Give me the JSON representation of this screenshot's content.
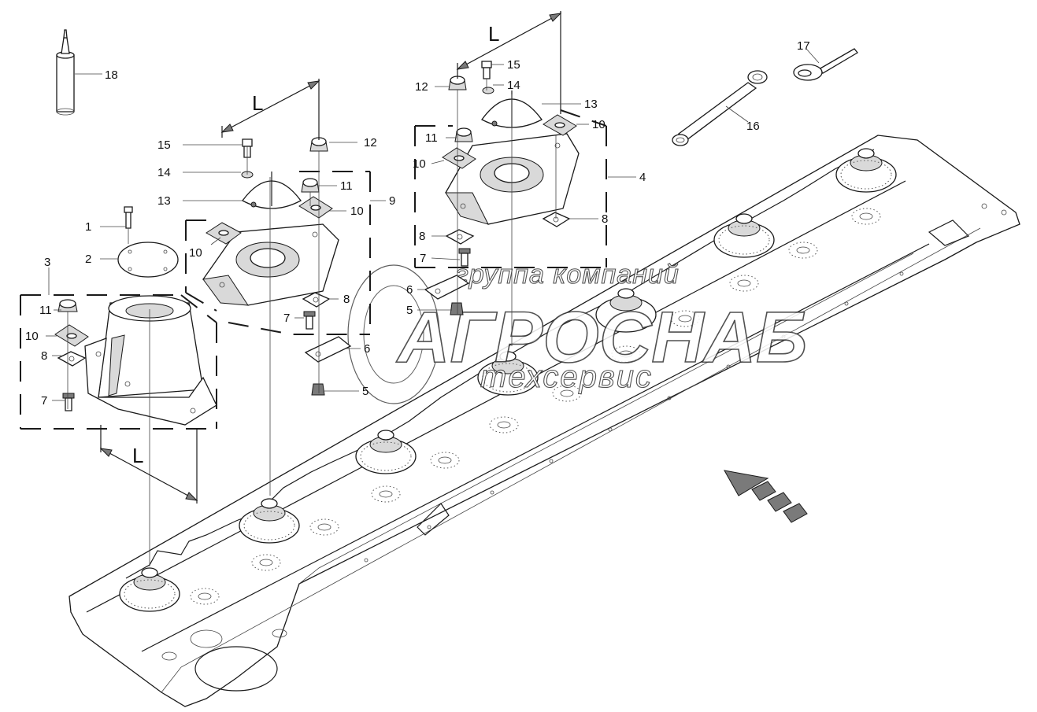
{
  "dimension_label": "L",
  "callouts": {
    "c1": "1",
    "c2": "2",
    "c3": "3",
    "c4": "4",
    "c5a": "5",
    "c5b": "5",
    "c6a": "6",
    "c6b": "6",
    "c7a": "7",
    "c7b": "7",
    "c7c": "7",
    "c8a": "8",
    "c8b": "8",
    "c8c": "8",
    "c8d": "8",
    "c9": "9",
    "c10a": "10",
    "c10b": "10",
    "c10c": "10",
    "c10d": "10",
    "c10e": "10",
    "c11a": "11",
    "c11b": "11",
    "c11c": "11",
    "c12a": "12",
    "c12b": "12",
    "c13a": "13",
    "c13b": "13",
    "c14a": "14",
    "c14b": "14",
    "c15a": "15",
    "c15b": "15",
    "c16": "16",
    "c17": "17",
    "c18": "18"
  },
  "watermark": {
    "line1": "группа компаний",
    "line2": "АГРОСНАБ",
    "line3": "техсервис"
  }
}
